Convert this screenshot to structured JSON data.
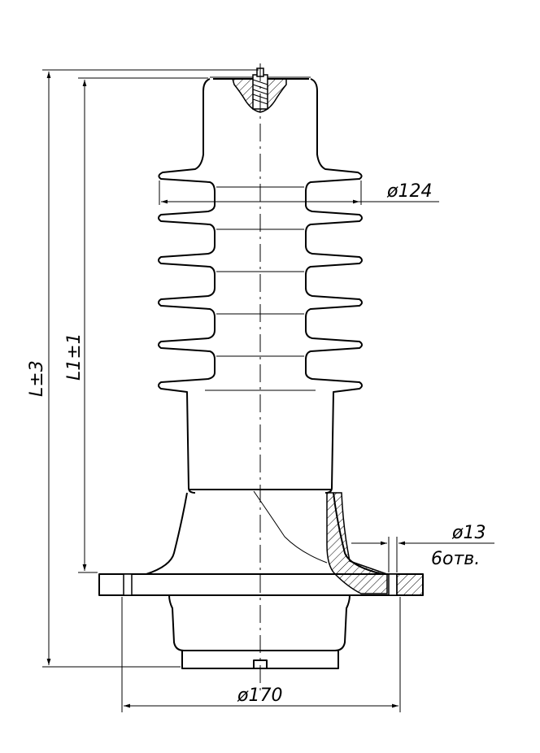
{
  "drawing": {
    "dimensions": {
      "shed_diameter": "ø124",
      "overall_length": "L±3",
      "insulator_length": "L1±1",
      "hole_diameter": "ø13",
      "hole_count": "6отв.",
      "flange_diameter": "ø170"
    }
  }
}
